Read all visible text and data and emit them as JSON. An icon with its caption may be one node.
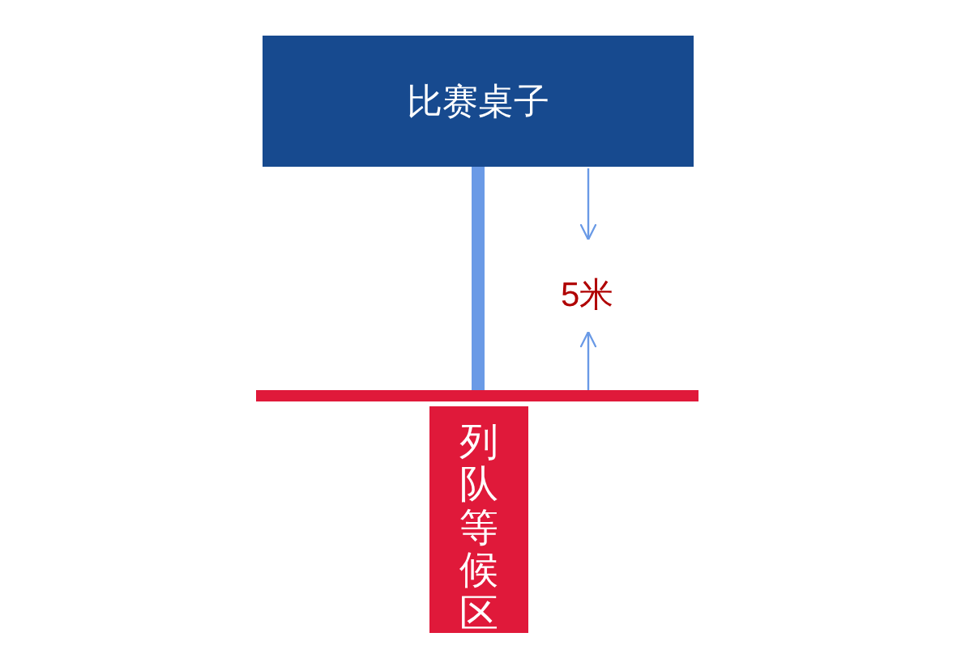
{
  "diagram": {
    "nodes": [
      {
        "text": [
          "比赛桌子"
        ]
      },
      {
        "text": [],
        "shape": "bar"
      },
      {
        "text": [
          "列队等候区"
        ]
      }
    ],
    "edges": [
      {
        "from": 0,
        "to": 1,
        "arrow": "none",
        "color": "#6a9ae6"
      }
    ],
    "labels": [
      "5米"
    ]
  }
}
